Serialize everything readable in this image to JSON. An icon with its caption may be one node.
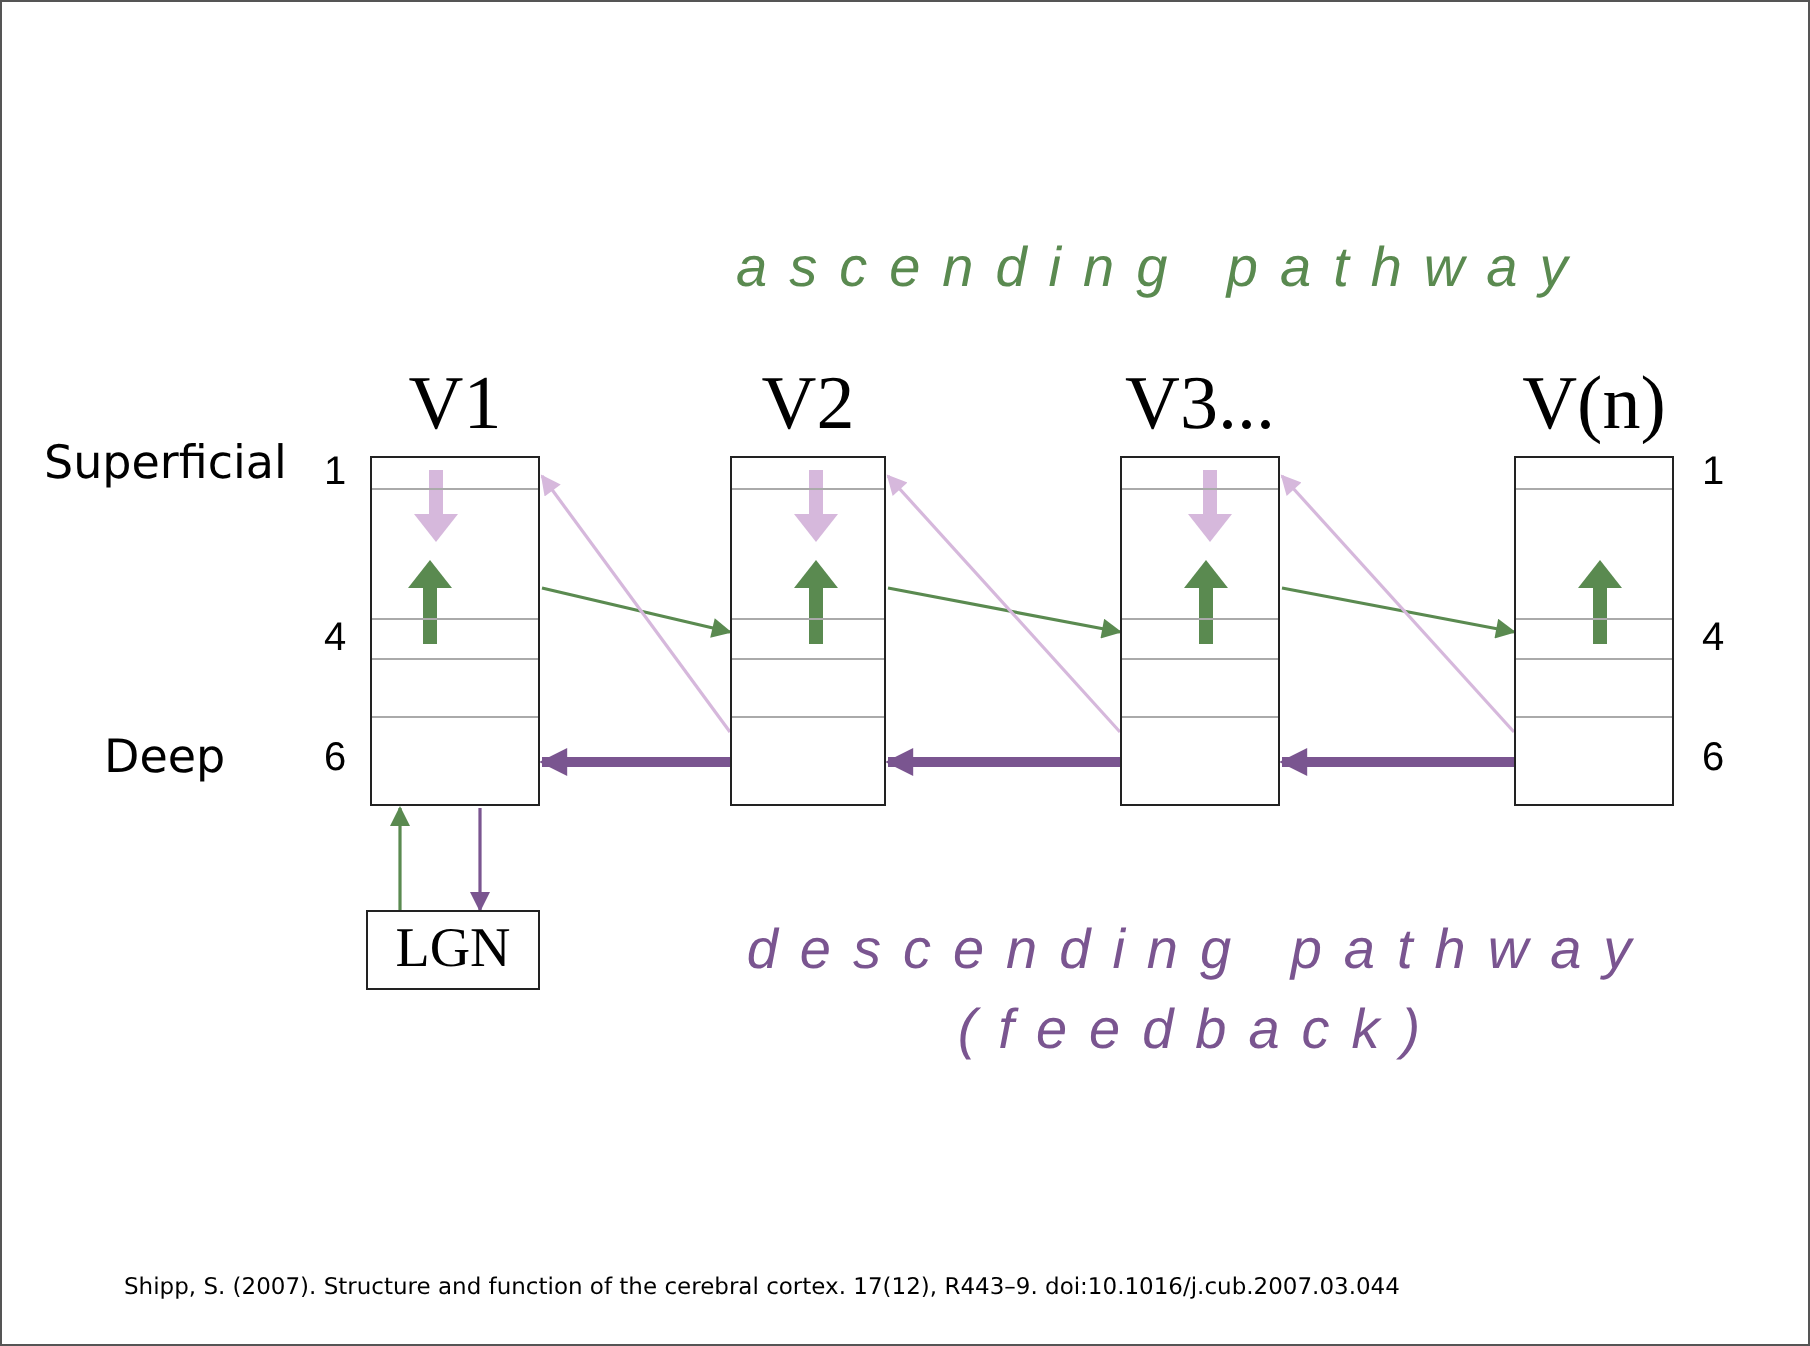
{
  "diagram": {
    "caption": "Shipp, S. (2007). Structure and function of the cerebral cortex. 17(12), R443–9. doi:10.1016/j.cub.2007.03.044",
    "nodes": [
      {
        "text": [
          "V1"
        ]
      },
      {
        "text": [
          "V2"
        ]
      },
      {
        "text": [
          "V3..."
        ]
      },
      {
        "text": [
          "V(n)"
        ]
      },
      {
        "text": [
          "LGN"
        ]
      }
    ],
    "edges": [
      {
        "from": 4,
        "to": 0,
        "arrow": "to",
        "color": "#5a8a50"
      },
      {
        "from": 0,
        "to": 4,
        "arrow": "to",
        "color": "#7a5590"
      },
      {
        "from": 0,
        "to": 1,
        "arrow": "to",
        "color": "#5a8a50"
      },
      {
        "from": 1,
        "to": 2,
        "arrow": "to",
        "color": "#5a8a50"
      },
      {
        "from": 2,
        "to": 3,
        "arrow": "to",
        "color": "#5a8a50"
      },
      {
        "from": 3,
        "to": 2,
        "arrow": "to",
        "style": "thick",
        "color": "#7a5590"
      },
      {
        "from": 2,
        "to": 1,
        "arrow": "to",
        "style": "thick",
        "color": "#7a5590"
      },
      {
        "from": 1,
        "to": 0,
        "arrow": "to",
        "style": "thick",
        "color": "#7a5590"
      },
      {
        "from": 1,
        "to": 0,
        "arrow": "to",
        "color": "#d6b8dc"
      },
      {
        "from": 2,
        "to": 1,
        "arrow": "to",
        "color": "#d6b8dc"
      },
      {
        "from": 3,
        "to": 2,
        "arrow": "to",
        "color": "#d6b8dc"
      }
    ],
    "labels": [
      "ascending pathway",
      "Superficial",
      "1",
      "1",
      "4",
      "4",
      "Deep",
      "6",
      "6",
      "descending pathway (feedback)"
    ]
  }
}
